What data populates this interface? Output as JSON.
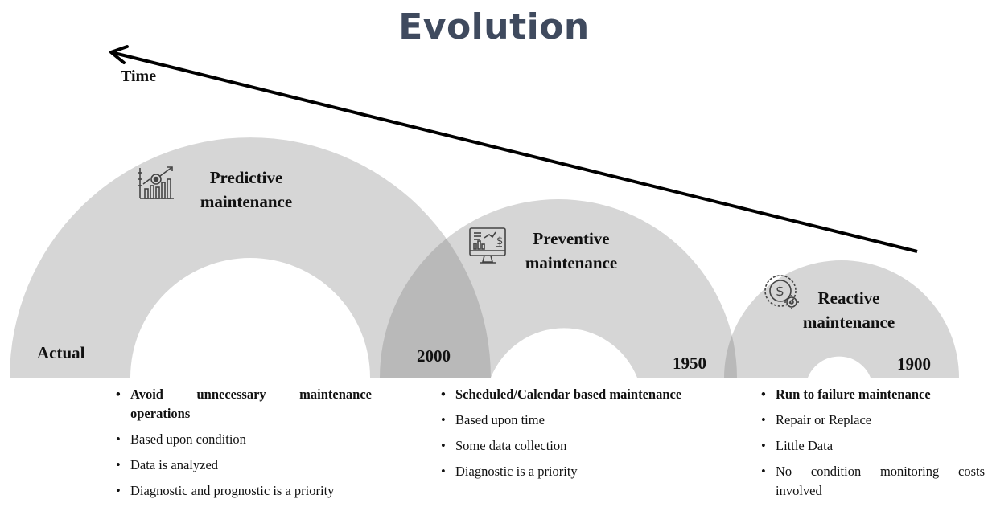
{
  "title": "Evolution",
  "time_label": "Time",
  "stages": [
    {
      "name": "Predictive\nmaintenance",
      "year": "Actual",
      "icon": "chart-analytics-icon",
      "bullets": [
        "Avoid unnecessary maintenance operations",
        "Based upon condition",
        "Data is analyzed",
        "Diagnostic and prognostic is a priority"
      ]
    },
    {
      "name": "Preventive\nmaintenance",
      "year": "1950",
      "boundary_year": "2000",
      "icon": "monitor-dashboard-icon",
      "bullets": [
        "Scheduled/Calendar based maintenance",
        "Based upon time",
        "Some data collection",
        "Diagnostic is a priority"
      ]
    },
    {
      "name": "Reactive\nmaintenance",
      "year": "1900",
      "icon": "dollar-gear-icon",
      "bullets": [
        "Run to failure maintenance",
        "Repair or Replace",
        "Little Data",
        "No condition monitoring costs involved"
      ]
    }
  ],
  "colors": {
    "arc_fill": "#d6d6d6",
    "arc_overlap": "#b8b8b8",
    "title": "#3f4a5e"
  }
}
